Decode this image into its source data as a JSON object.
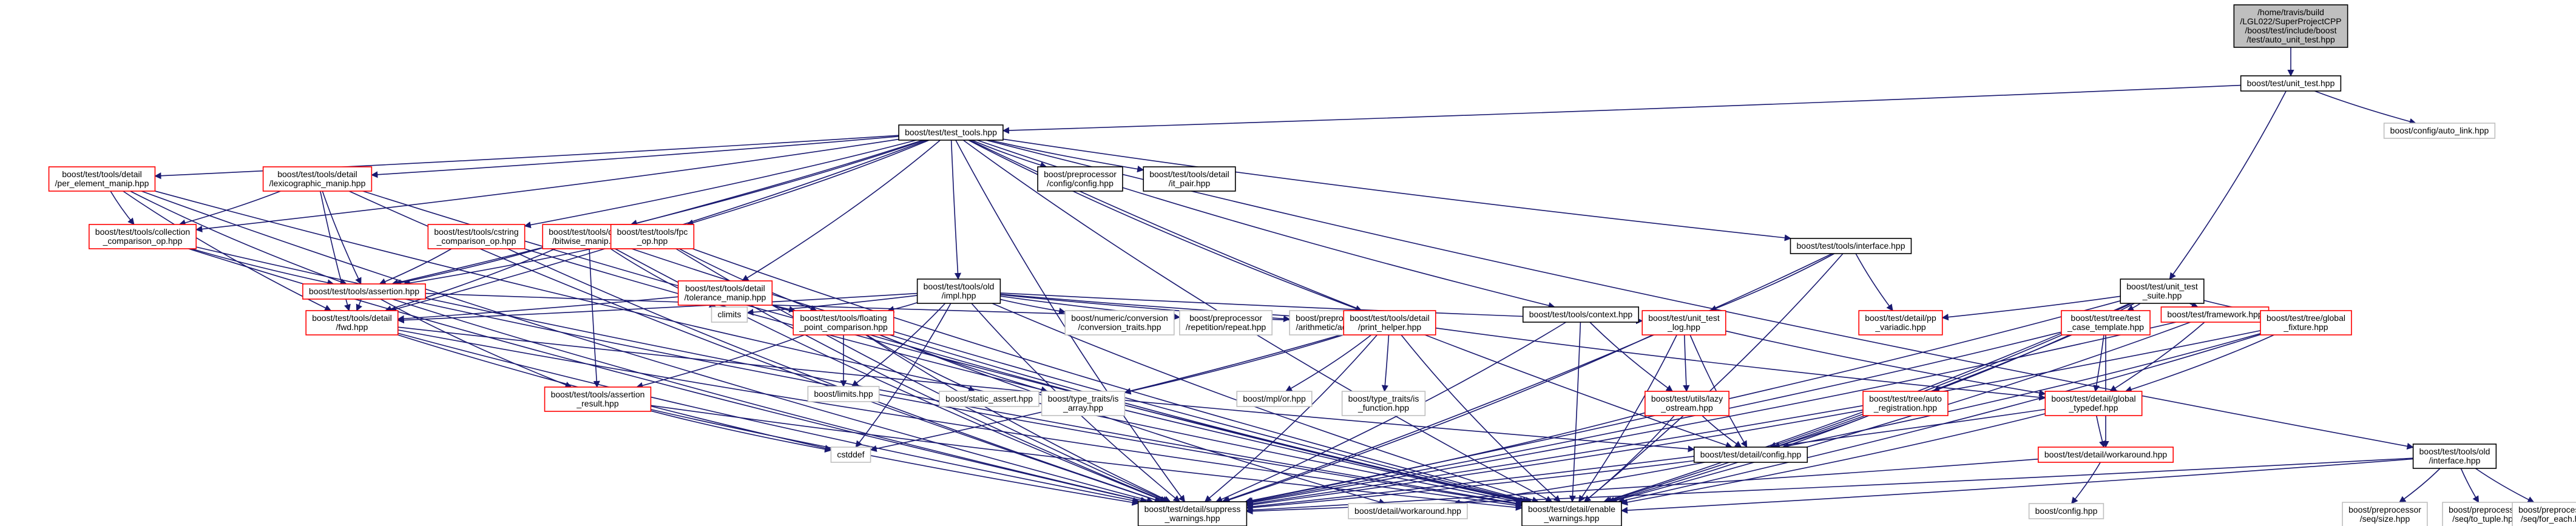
{
  "graph": {
    "nodes": [
      {
        "id": "root",
        "label": [
          "/home/travis/build",
          "/LGL022/SuperProjectCPP",
          "/boost/test/include/boost",
          "/test/auto_unit_test.hpp"
        ],
        "style": "root"
      },
      {
        "id": "unit_test",
        "label": [
          "boost/test/unit_test.hpp"
        ],
        "style": "std"
      },
      {
        "id": "tools",
        "label": [
          "boost/test/test_tools.hpp"
        ],
        "style": "std"
      },
      {
        "id": "auto_link",
        "label": [
          "boost/config/auto_link.hpp"
        ],
        "style": "gray"
      },
      {
        "id": "pe_manip",
        "label": [
          "boost/test/tools/detail",
          "/per_element_manip.hpp"
        ],
        "style": "red"
      },
      {
        "id": "lex_manip",
        "label": [
          "boost/test/tools/detail",
          "/lexicographic_manip.hpp"
        ],
        "style": "red"
      },
      {
        "id": "pp_config",
        "label": [
          "boost/preprocessor",
          "/config/config.hpp"
        ],
        "style": "std"
      },
      {
        "id": "it_pair",
        "label": [
          "boost/test/tools/detail",
          "/it_pair.hpp"
        ],
        "style": "std"
      },
      {
        "id": "utsuite",
        "label": [
          "boost/test/unit_test",
          "_suite.hpp"
        ],
        "style": "std"
      },
      {
        "id": "coll_comp",
        "label": [
          "boost/test/tools/collection",
          "_comparison_op.hpp"
        ],
        "style": "red"
      },
      {
        "id": "str_comp",
        "label": [
          "boost/test/tools/cstring",
          "_comparison_op.hpp"
        ],
        "style": "red"
      },
      {
        "id": "bitwise",
        "label": [
          "boost/test/tools/detail",
          "/bitwise_manip.hpp"
        ],
        "style": "red"
      },
      {
        "id": "fpc_op",
        "label": [
          "boost/test/tools/fpc",
          "_op.hpp"
        ],
        "style": "red"
      },
      {
        "id": "iface",
        "label": [
          "boost/test/tools/interface.hpp"
        ],
        "style": "std"
      },
      {
        "id": "assertion",
        "label": [
          "boost/test/tools/assertion.hpp"
        ],
        "style": "red"
      },
      {
        "id": "tol_manip",
        "label": [
          "boost/test/tools/detail",
          "/tolerance_manip.hpp"
        ],
        "style": "red"
      },
      {
        "id": "old_impl",
        "label": [
          "boost/test/tools/old",
          "/impl.hpp"
        ],
        "style": "std"
      },
      {
        "id": "fwd",
        "label": [
          "boost/test/tools/detail",
          "/fwd.hpp"
        ],
        "style": "red"
      },
      {
        "id": "climits",
        "label": [
          "climits"
        ],
        "style": "gray"
      },
      {
        "id": "floating",
        "label": [
          "boost/test/tools/floating",
          "_point_comparison.hpp"
        ],
        "style": "red"
      },
      {
        "id": "num_conv",
        "label": [
          "boost/numeric/conversion",
          "/conversion_traits.hpp"
        ],
        "style": "gray"
      },
      {
        "id": "pp_repeat",
        "label": [
          "boost/preprocessor",
          "/repetition/repeat.hpp"
        ],
        "style": "gray"
      },
      {
        "id": "pp_add",
        "label": [
          "boost/preprocessor",
          "/arithmetic/add.hpp"
        ],
        "style": "gray"
      },
      {
        "id": "print_helper",
        "label": [
          "boost/test/tools/detail",
          "/print_helper.hpp"
        ],
        "style": "red"
      },
      {
        "id": "context",
        "label": [
          "boost/test/tools/context.hpp"
        ],
        "style": "std"
      },
      {
        "id": "ut_log",
        "label": [
          "boost/test/unit_test",
          "_log.hpp"
        ],
        "style": "red"
      },
      {
        "id": "pp_variadic",
        "label": [
          "boost/test/detail/pp",
          "_variadic.hpp"
        ],
        "style": "red"
      },
      {
        "id": "tt_template",
        "label": [
          "boost/test/tree/test",
          "_case_template.hpp"
        ],
        "style": "red"
      },
      {
        "id": "framework",
        "label": [
          "boost/test/framework.hpp"
        ],
        "style": "red"
      },
      {
        "id": "global_fixture",
        "label": [
          "boost/test/tree/global",
          "_fixture.hpp"
        ],
        "style": "red"
      },
      {
        "id": "assert_result",
        "label": [
          "boost/test/tools/assertion",
          "_result.hpp"
        ],
        "style": "red"
      },
      {
        "id": "limits",
        "label": [
          "boost/limits.hpp"
        ],
        "style": "gray"
      },
      {
        "id": "static_assert",
        "label": [
          "boost/static_assert.hpp"
        ],
        "style": "gray"
      },
      {
        "id": "is_array",
        "label": [
          "boost/type_traits/is",
          "_array.hpp"
        ],
        "style": "gray"
      },
      {
        "id": "mpl_or",
        "label": [
          "boost/mpl/or.hpp"
        ],
        "style": "gray"
      },
      {
        "id": "is_function",
        "label": [
          "boost/type_traits/is",
          "_function.hpp"
        ],
        "style": "gray"
      },
      {
        "id": "lazy_ostream",
        "label": [
          "boost/test/utils/lazy",
          "_ostream.hpp"
        ],
        "style": "red"
      },
      {
        "id": "auto_reg",
        "label": [
          "boost/test/tree/auto",
          "_registration.hpp"
        ],
        "style": "red"
      },
      {
        "id": "global_typedef",
        "label": [
          "boost/test/detail/global",
          "_typedef.hpp"
        ],
        "style": "red"
      },
      {
        "id": "old_iface",
        "label": [
          "boost/test/tools/old",
          "/interface.hpp"
        ],
        "style": "std"
      },
      {
        "id": "cstddef",
        "label": [
          "cstddef"
        ],
        "style": "gray"
      },
      {
        "id": "detail_config",
        "label": [
          "boost/test/detail/config.hpp"
        ],
        "style": "std"
      },
      {
        "id": "workaround_red",
        "label": [
          "boost/test/detail/workaround.hpp"
        ],
        "style": "red"
      },
      {
        "id": "suppress",
        "label": [
          "boost/test/detail/suppress",
          "_warnings.hpp"
        ],
        "style": "std"
      },
      {
        "id": "workaround_gray",
        "label": [
          "boost/detail/workaround.hpp"
        ],
        "style": "gray"
      },
      {
        "id": "enable",
        "label": [
          "boost/test/detail/enable",
          "_warnings.hpp"
        ],
        "style": "std"
      },
      {
        "id": "boost_config",
        "label": [
          "boost/config.hpp"
        ],
        "style": "gray"
      },
      {
        "id": "seq_size",
        "label": [
          "boost/preprocessor",
          "/seq/size.hpp"
        ],
        "style": "gray"
      },
      {
        "id": "seq_to_tuple",
        "label": [
          "boost/preprocessor",
          "/seq/to_tuple.hpp"
        ],
        "style": "gray"
      },
      {
        "id": "seq_for_each",
        "label": [
          "boost/preprocessor",
          "/seq/for_each.hpp"
        ],
        "style": "gray"
      }
    ],
    "edges": [
      [
        "root",
        "unit_test"
      ],
      [
        "unit_test",
        "tools"
      ],
      [
        "unit_test",
        "auto_link"
      ],
      [
        "unit_test",
        "utsuite"
      ],
      [
        "tools",
        "pe_manip"
      ],
      [
        "tools",
        "lex_manip"
      ],
      [
        "tools",
        "pp_config"
      ],
      [
        "tools",
        "it_pair"
      ],
      [
        "tools",
        "coll_comp"
      ],
      [
        "tools",
        "str_comp"
      ],
      [
        "tools",
        "bitwise"
      ],
      [
        "tools",
        "fpc_op"
      ],
      [
        "tools",
        "iface"
      ],
      [
        "tools",
        "assertion"
      ],
      [
        "tools",
        "tol_manip"
      ],
      [
        "tools",
        "old_impl"
      ],
      [
        "tools",
        "fwd"
      ],
      [
        "tools",
        "print_helper"
      ],
      [
        "tools",
        "context"
      ],
      [
        "tools",
        "old_iface"
      ],
      [
        "tools",
        "detail_config"
      ],
      [
        "tools",
        "suppress"
      ],
      [
        "tools",
        "enable"
      ],
      [
        "pe_manip",
        "coll_comp"
      ],
      [
        "pe_manip",
        "assertion"
      ],
      [
        "pe_manip",
        "fwd"
      ],
      [
        "pe_manip",
        "suppress"
      ],
      [
        "pe_manip",
        "enable"
      ],
      [
        "lex_manip",
        "coll_comp"
      ],
      [
        "lex_manip",
        "assertion"
      ],
      [
        "lex_manip",
        "fwd"
      ],
      [
        "lex_manip",
        "suppress"
      ],
      [
        "lex_manip",
        "enable"
      ],
      [
        "coll_comp",
        "assertion"
      ],
      [
        "coll_comp",
        "suppress"
      ],
      [
        "coll_comp",
        "enable"
      ],
      [
        "str_comp",
        "assertion"
      ],
      [
        "str_comp",
        "suppress"
      ],
      [
        "str_comp",
        "enable"
      ],
      [
        "bitwise",
        "assertion"
      ],
      [
        "bitwise",
        "fwd"
      ],
      [
        "bitwise",
        "assert_result"
      ],
      [
        "bitwise",
        "climits"
      ],
      [
        "bitwise",
        "suppress"
      ],
      [
        "bitwise",
        "enable"
      ],
      [
        "fpc_op",
        "assertion"
      ],
      [
        "fpc_op",
        "floating"
      ],
      [
        "fpc_op",
        "suppress"
      ],
      [
        "fpc_op",
        "enable"
      ],
      [
        "iface",
        "ut_log"
      ],
      [
        "iface",
        "pp_variadic"
      ],
      [
        "iface",
        "suppress"
      ],
      [
        "iface",
        "enable"
      ],
      [
        "assertion",
        "fwd"
      ],
      [
        "assertion",
        "assert_result"
      ],
      [
        "assertion",
        "print_helper"
      ],
      [
        "assertion",
        "suppress"
      ],
      [
        "assertion",
        "enable"
      ],
      [
        "tol_manip",
        "fwd"
      ],
      [
        "tol_manip",
        "floating"
      ],
      [
        "tol_manip",
        "suppress"
      ],
      [
        "tol_manip",
        "enable"
      ],
      [
        "old_impl",
        "fwd"
      ],
      [
        "old_impl",
        "climits"
      ],
      [
        "old_impl",
        "floating"
      ],
      [
        "old_impl",
        "num_conv"
      ],
      [
        "old_impl",
        "pp_repeat"
      ],
      [
        "old_impl",
        "pp_add"
      ],
      [
        "old_impl",
        "print_helper"
      ],
      [
        "old_impl",
        "ut_log"
      ],
      [
        "old_impl",
        "limits"
      ],
      [
        "old_impl",
        "cstddef"
      ],
      [
        "old_impl",
        "suppress"
      ],
      [
        "old_impl",
        "enable"
      ],
      [
        "fwd",
        "detail_config"
      ],
      [
        "fwd",
        "cstddef"
      ],
      [
        "fwd",
        "suppress"
      ],
      [
        "fwd",
        "enable"
      ],
      [
        "floating",
        "assert_result"
      ],
      [
        "floating",
        "limits"
      ],
      [
        "floating",
        "static_assert"
      ],
      [
        "floating",
        "is_array"
      ],
      [
        "floating",
        "workaround_gray"
      ],
      [
        "floating",
        "suppress"
      ],
      [
        "floating",
        "enable"
      ],
      [
        "print_helper",
        "is_array"
      ],
      [
        "print_helper",
        "mpl_or"
      ],
      [
        "print_helper",
        "is_function"
      ],
      [
        "print_helper",
        "cstddef"
      ],
      [
        "print_helper",
        "global_typedef"
      ],
      [
        "print_helper",
        "suppress"
      ],
      [
        "print_helper",
        "enable"
      ],
      [
        "context",
        "lazy_ostream"
      ],
      [
        "context",
        "suppress"
      ],
      [
        "context",
        "enable"
      ],
      [
        "ut_log",
        "lazy_ostream"
      ],
      [
        "ut_log",
        "global_typedef"
      ],
      [
        "ut_log",
        "detail_config"
      ],
      [
        "ut_log",
        "suppress"
      ],
      [
        "ut_log",
        "enable"
      ],
      [
        "utsuite",
        "tt_template"
      ],
      [
        "utsuite",
        "framework"
      ],
      [
        "utsuite",
        "global_fixture"
      ],
      [
        "utsuite",
        "auto_reg"
      ],
      [
        "utsuite",
        "pp_variadic"
      ],
      [
        "utsuite",
        "detail_config"
      ],
      [
        "utsuite",
        "suppress"
      ],
      [
        "utsuite",
        "enable"
      ],
      [
        "tt_template",
        "global_typedef"
      ],
      [
        "tt_template",
        "workaround_red"
      ],
      [
        "tt_template",
        "suppress"
      ],
      [
        "tt_template",
        "enable"
      ],
      [
        "framework",
        "global_typedef"
      ],
      [
        "framework",
        "suppress"
      ],
      [
        "framework",
        "enable"
      ],
      [
        "global_fixture",
        "global_typedef"
      ],
      [
        "global_fixture",
        "detail_config"
      ],
      [
        "global_fixture",
        "suppress"
      ],
      [
        "global_fixture",
        "enable"
      ],
      [
        "assert_result",
        "cstddef"
      ],
      [
        "assert_result",
        "suppress"
      ],
      [
        "assert_result",
        "enable"
      ],
      [
        "lazy_ostream",
        "detail_config"
      ],
      [
        "lazy_ostream",
        "suppress"
      ],
      [
        "lazy_ostream",
        "enable"
      ],
      [
        "auto_reg",
        "detail_config"
      ],
      [
        "auto_reg",
        "suppress"
      ],
      [
        "auto_reg",
        "enable"
      ],
      [
        "global_typedef",
        "workaround_red"
      ],
      [
        "global_typedef",
        "suppress"
      ],
      [
        "global_typedef",
        "enable"
      ],
      [
        "old_iface",
        "seq_size"
      ],
      [
        "old_iface",
        "seq_to_tuple"
      ],
      [
        "old_iface",
        "seq_for_each"
      ],
      [
        "old_iface",
        "suppress"
      ],
      [
        "old_iface",
        "enable"
      ],
      [
        "detail_config",
        "workaround_gray"
      ],
      [
        "detail_config",
        "suppress"
      ],
      [
        "workaround_red",
        "boost_config"
      ],
      [
        "workaround_red",
        "suppress"
      ]
    ]
  }
}
